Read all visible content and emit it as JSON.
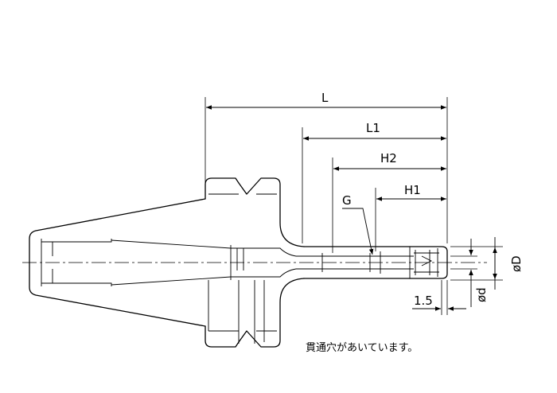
{
  "dimensions": {
    "L": "L",
    "L1": "L1",
    "H2": "H2",
    "H1": "H1",
    "G": "G",
    "offset": "1.5",
    "outer_diameter": "øD",
    "inner_diameter": "ød"
  },
  "note": "貫通穴があいています。"
}
